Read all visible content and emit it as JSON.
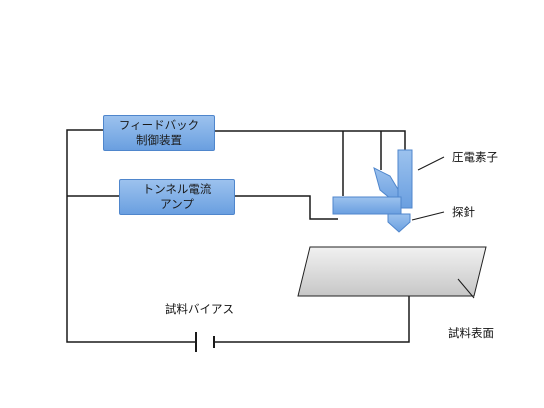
{
  "boxes": {
    "feedback": "フィードバック\n制御装置",
    "tunnel_amp": "トンネル電流\nアンプ"
  },
  "labels": {
    "piezo": "圧電素子",
    "probe": "探針",
    "sample_surface": "試料表面",
    "sample_bias": "試料バイアス"
  }
}
